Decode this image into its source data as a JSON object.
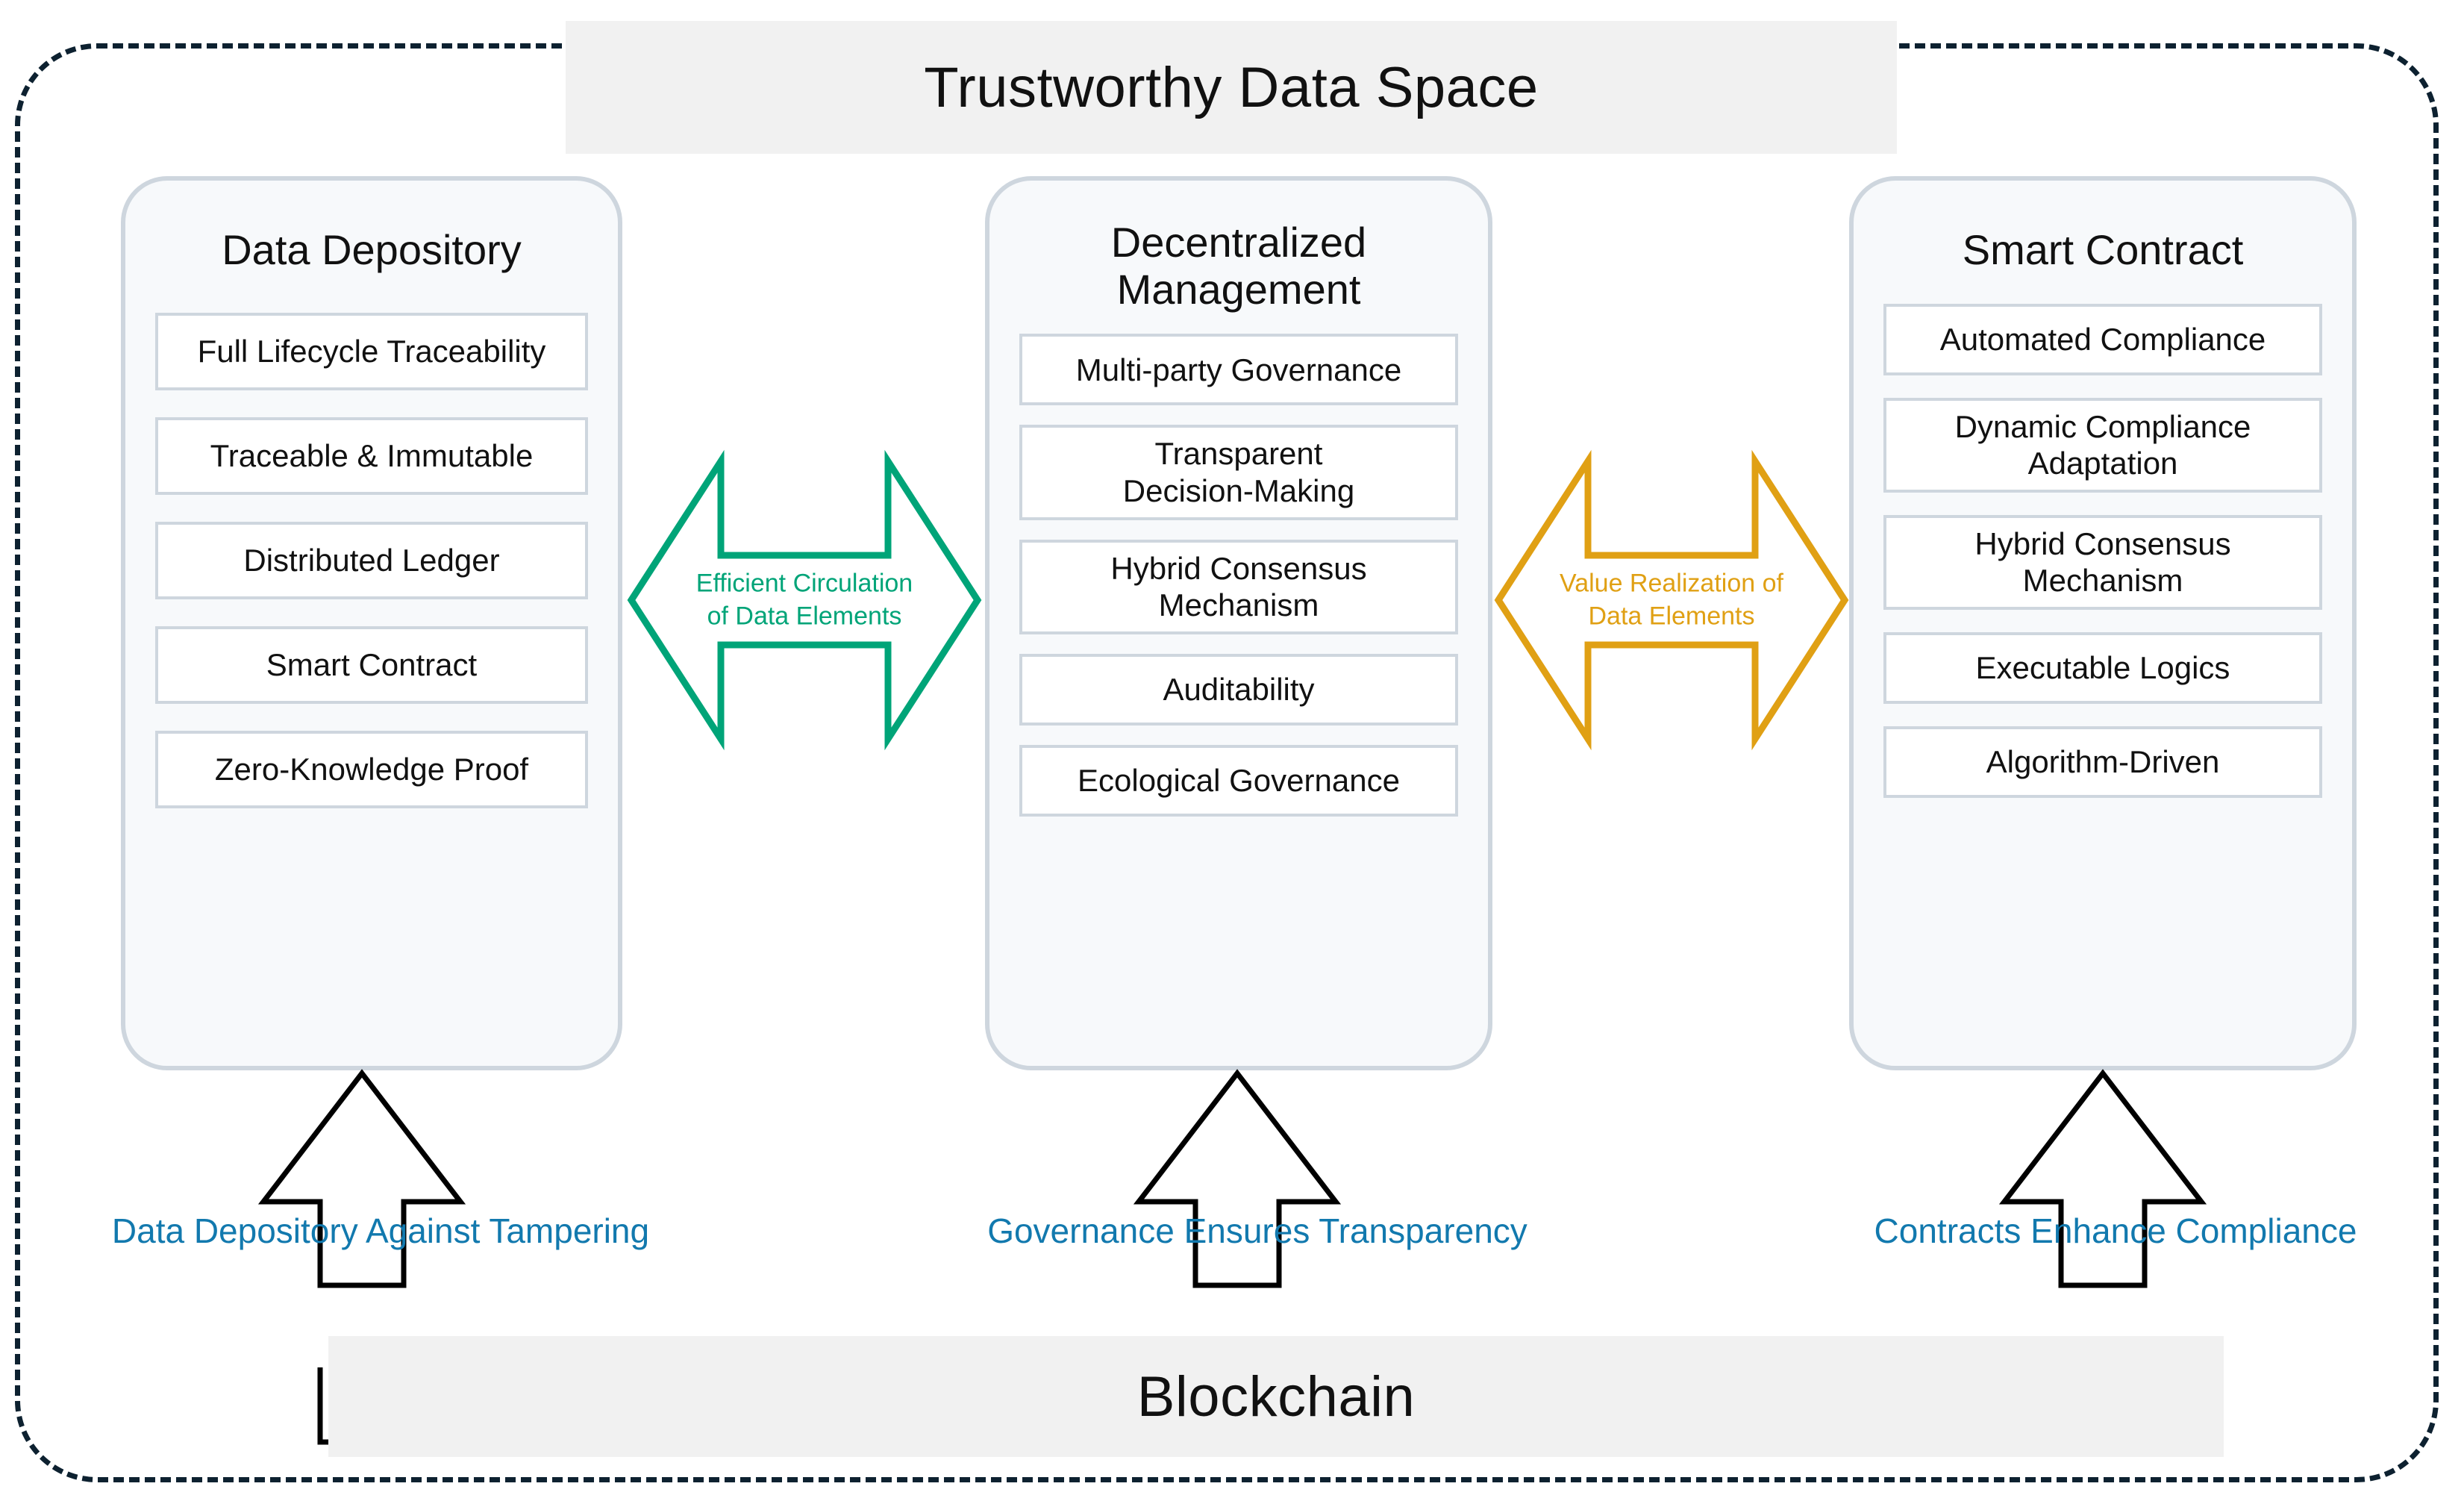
{
  "header": {
    "title": "Trustworthy Data Space"
  },
  "footer": {
    "title": "Blockchain"
  },
  "pillars": [
    {
      "title": "Data Depository",
      "items": [
        "Full Lifecycle Traceability",
        "Traceable & Immutable",
        "Distributed Ledger",
        "Smart Contract",
        "Zero-Knowledge Proof"
      ],
      "caption": "Data Depository Against Tampering"
    },
    {
      "title": "Decentralized\nManagement",
      "items": [
        "Multi-party Governance",
        "Transparent\nDecision-Making",
        "Hybrid Consensus\nMechanism",
        "Auditability",
        "Ecological Governance"
      ],
      "caption": "Governance Ensures Transparency"
    },
    {
      "title": "Smart Contract",
      "items": [
        "Automated Compliance",
        "Dynamic Compliance\nAdaptation",
        "Hybrid Consensus\nMechanism",
        "Executable Logics",
        "Algorithm-Driven"
      ],
      "caption": "Contracts Enhance Compliance"
    }
  ],
  "connectors": [
    {
      "label": "Efficient Circulation\nof Data Elements",
      "color": "#00a478"
    },
    {
      "label": "Value Realization of\nData Elements",
      "color": "#e0a014"
    }
  ],
  "colors": {
    "frame": "#0d2130",
    "band": "#f1f1f1",
    "card_bg": "#f7f9fb",
    "card_border": "#ced6de",
    "green": "#00a478",
    "orange": "#e0a014",
    "blue": "#1279ae",
    "text": "#111111"
  }
}
